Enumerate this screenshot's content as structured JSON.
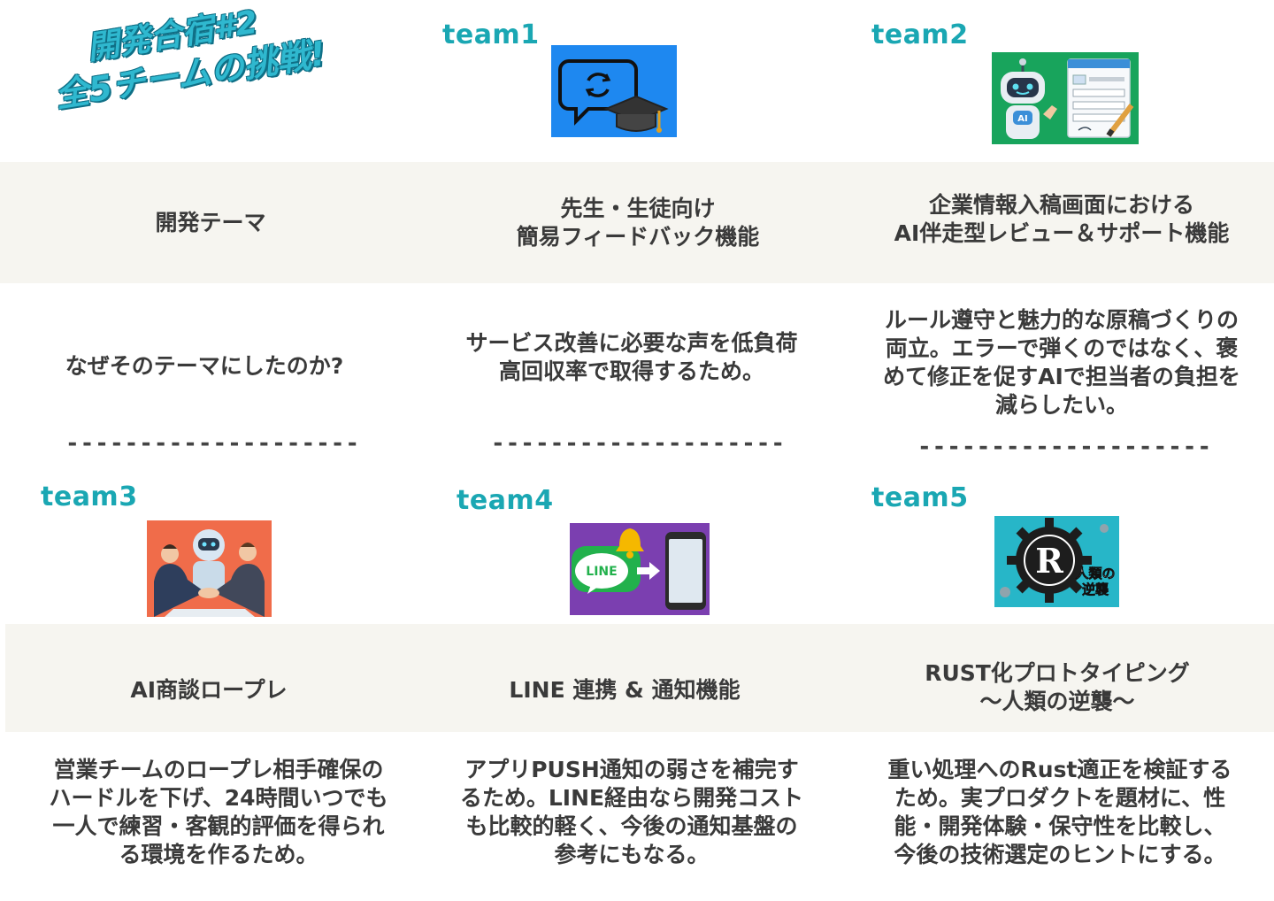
{
  "header": {
    "title_line1": "開発合宿#2",
    "title_line2": "全5チームの挑戦!"
  },
  "row_labels": {
    "theme": "開発テーマ",
    "reason": "なぜそのテーマにしたのか?"
  },
  "divider": "--------------------",
  "teams": [
    {
      "label": "team1",
      "theme": "先生・生徒向け\n簡易フィードバック機能",
      "reason": "サービス改善に必要な声を低負荷\n高回収率で取得するため。"
    },
    {
      "label": "team2",
      "theme": "企業情報入稿画面における\nAI伴走型レビュー＆サポート機能",
      "reason": "ルール遵守と魅力的な原稿づくりの\n両立。エラーで弾くのではなく、褒\nめて修正を促すAIで担当者の負担を\n減らしたい。",
      "icon_text": "AI"
    },
    {
      "label": "team3",
      "theme": "AI商談ロープレ",
      "reason": "営業チームのロープレ相手確保の\nハードルを下げ、24時間いつでも\n一人で練習・客観的評価を得られ\nる環境を作るため。"
    },
    {
      "label": "team4",
      "theme": "LINE 連携 & 通知機能",
      "reason": "アプリPUSH通知の弱さを補完す\nるため。LINE経由なら開発コスト\nも比較的軽く、今後の通知基盤の\n参考にもなる。",
      "icon_text": "LINE"
    },
    {
      "label": "team5",
      "theme": "RUST化プロトタイピング\n〜人類の逆襲〜",
      "reason": "重い処理へのRust適正を検証する\nため。実プロダクトを題材に、性\n能・開発体験・保守性を比較し、\n今後の技術選定のヒントにする。",
      "icon_text_r": "R",
      "icon_text": "人類の\n逆襲"
    }
  ],
  "colors": {
    "accent": "#1aa7b3",
    "band": "#f6f5f0",
    "text": "#3a3a3a"
  }
}
